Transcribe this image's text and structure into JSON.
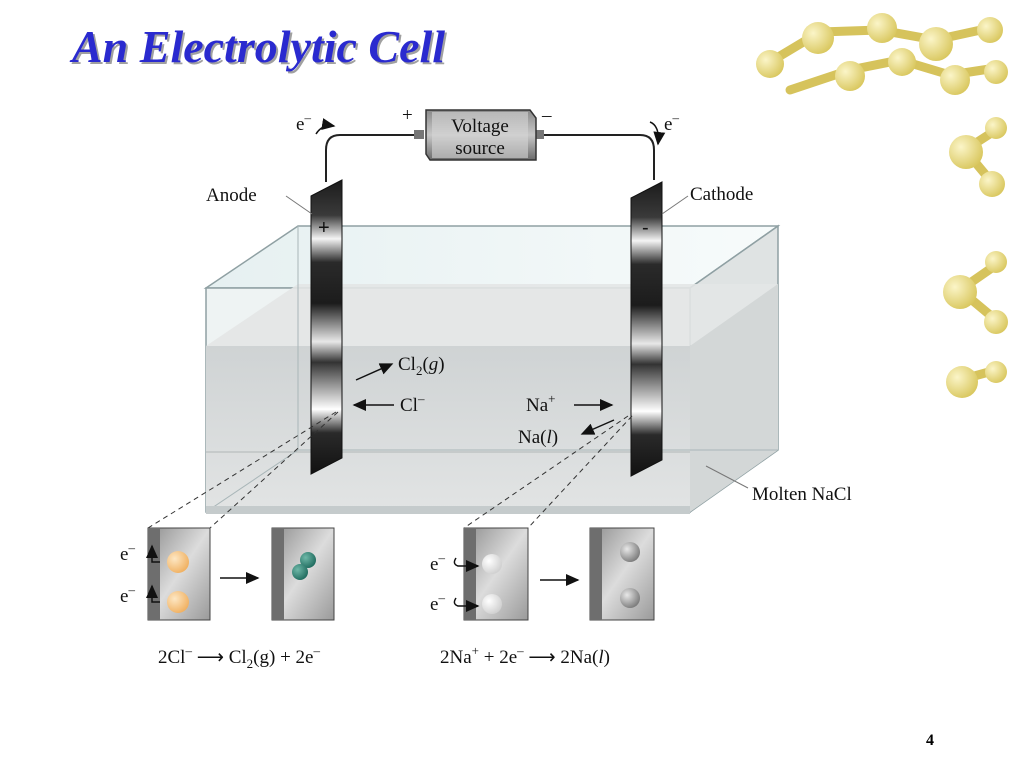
{
  "slide": {
    "title": "An Electrolytic Cell",
    "page_number": "4"
  },
  "diagram": {
    "voltage_source_line1": "Voltage",
    "voltage_source_line2": "source",
    "plus_terminal": "+",
    "minus_terminal": "–",
    "electron_left": "e",
    "electron_right": "e",
    "electron_charge": "–",
    "anode_label": "Anode",
    "cathode_label": "Cathode",
    "anode_sign": "+",
    "cathode_sign": "-",
    "cl2_base": "Cl",
    "cl2_sub": "2",
    "cl2_state_open": "(",
    "cl2_state": "g",
    "cl2_state_close": ")",
    "cl_ion": "Cl",
    "cl_ion_charge": "–",
    "na_ion": "Na",
    "na_ion_charge": "+",
    "na_liquid_base": "Na(",
    "na_liquid_state": "l",
    "na_liquid_close": ")",
    "molten_label": "Molten NaCl",
    "inset_electron": "e",
    "inset_electron_charge": "–",
    "anode_equation": {
      "lhs": "2Cl",
      "lhs_charge": "–",
      "arrow": " ⟶ ",
      "product": "Cl",
      "product_sub": "2",
      "product_state": "(g)",
      "rest": " + 2e",
      "rest_charge": "–"
    },
    "cathode_equation": {
      "lhs": "2Na",
      "lhs_charge": "+",
      "mid": " + 2e",
      "mid_charge": "–",
      "arrow": " ⟶ ",
      "product": "2Na(",
      "product_state": "l",
      "product_close": ")"
    }
  },
  "colors": {
    "title": "#2a2acf",
    "chlorine_atom": "#f0b060",
    "chlorine_molecule": "#1f6b5e",
    "sodium_ion": "#e6e6e6",
    "sodium_metal": "#9a9a9a",
    "decoration_sphere": "#e8d878"
  }
}
